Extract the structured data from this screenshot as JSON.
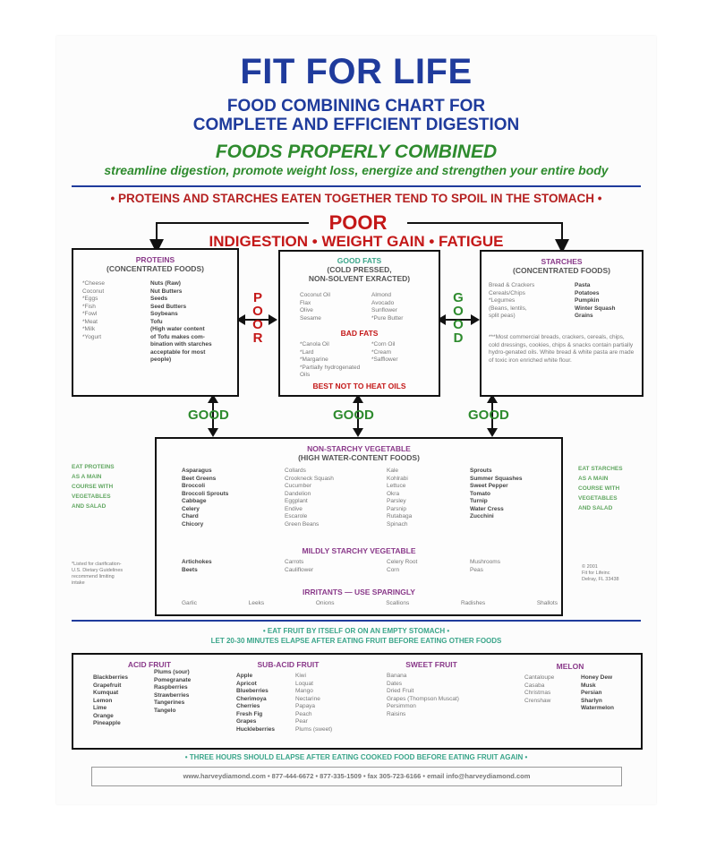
{
  "header": {
    "title": "FIT FOR LIFE",
    "subtitle_line1": "FOOD COMBINING CHART FOR",
    "subtitle_line2": "COMPLETE AND EFFICIENT DIGESTION",
    "green_heading": "FOODS PROPERLY COMBINED",
    "green_tagline": "streamline digestion, promote weight loss, energize and strengthen your entire body",
    "warning": "• PROTEINS AND STARCHES EATEN TOGETHER TEND TO SPOIL IN THE STOMACH •",
    "poor": "POOR",
    "poor_effects": "INDIGESTION • WEIGHT GAIN • FATIGUE"
  },
  "proteins": {
    "title": "PROTEINS",
    "subtitle": "(CONCENTRATED FOODS)",
    "col1": [
      "*Cheese",
      "Coconut",
      "*Eggs",
      "*Fish",
      "*Fowl",
      "*Meat",
      "*Milk",
      "*Yogurt"
    ],
    "col2": [
      "Nuts (Raw)",
      "Nut Butters",
      "Seeds",
      "Seed Butters",
      "Soybeans",
      "Tofu",
      "(High water content",
      "of Tofu makes com-",
      "bination with starches",
      "acceptable for most",
      "people)"
    ]
  },
  "fats": {
    "title": "GOOD FATS",
    "subtitle1": "(COLD PRESSED,",
    "subtitle2": "NON-SOLVENT EXRACTED)",
    "col1": [
      "Coconut Oil",
      "Flax",
      "Olive",
      "Sesame"
    ],
    "col2": [
      "Almond",
      "Avocado",
      "Sunflower",
      "*Pure Butter"
    ],
    "bad_title": "BAD FATS",
    "bad_col1": [
      "*Canola Oil",
      "*Lard",
      "*Margarine",
      "*Partially hydrogenated Oils"
    ],
    "bad_col2": [
      "*Corn Oil",
      "*Cream",
      "*Safflower",
      ""
    ],
    "best_not_heat": "BEST NOT TO HEAT OILS"
  },
  "starches": {
    "title": "STARCHES",
    "subtitle": "(CONCENTRATED FOODS)",
    "col1": [
      "Bread & Crackers",
      "Cereals/Chips",
      "*Legumes",
      "(Beans, lentils,",
      "split peas)"
    ],
    "col2": [
      "Pasta",
      "Potatoes",
      "Pumpkin",
      "Winter Squash",
      "Grains"
    ],
    "note": "***Most commercial breads, crackers, cereals, chips, cold dressings, cookies, chips & snacks contain partially hydro-genated oils. White bread & white pasta are made of toxic iron enriched white flour."
  },
  "connectors": {
    "left_vertical": [
      "P",
      "O",
      "O",
      "R"
    ],
    "right_vertical": [
      "G",
      "O",
      "O",
      "D"
    ],
    "good_left": "GOOD",
    "good_center": "GOOD",
    "good_right": "GOOD"
  },
  "vegetables": {
    "title": "NON-STARCHY VEGETABLE",
    "subtitle": "(HIGH WATER-CONTENT FOODS)",
    "col1": [
      "Asparagus",
      "Beet Greens",
      "Broccoli",
      "Broccoli Sprouts",
      "Cabbage",
      "Celery",
      "Chard",
      "Chicory"
    ],
    "col2": [
      "Collards",
      "Crookneck Squash",
      "Cucumber",
      "Dandelion",
      "Eggplant",
      "Endive",
      "Escarole",
      "Green Beans"
    ],
    "col3": [
      "Kale",
      "Kohlrabi",
      "Lettuce",
      "Okra",
      "Parsley",
      "Parsnip",
      "Rutabaga",
      "Spinach"
    ],
    "col4": [
      "Sprouts",
      "Summer Squashes",
      "Sweet Pepper",
      "Tomato",
      "Turnip",
      "Water Cress",
      "Zucchini"
    ],
    "mild_title": "MILDLY STARCHY VEGETABLE",
    "mild_col1": [
      "Artichokes",
      "Beets"
    ],
    "mild_col2": [
      "Carrots",
      "Cauliflower"
    ],
    "mild_col3": [
      "Celery Root",
      "Corn"
    ],
    "mild_col4": [
      "Mushrooms",
      "Peas"
    ],
    "irritants_title": "IRRITANTS — USE SPARINGLY",
    "irritants": [
      "Garlic",
      "Leeks",
      "Onions",
      "Scallions",
      "Radishes",
      "Shallots"
    ]
  },
  "side_notes": {
    "left": [
      "EAT PROTEINS",
      "AS A MAIN",
      "COURSE WITH",
      "VEGETABLES",
      "AND SALAD"
    ],
    "right": [
      "EAT STARCHES",
      "AS A MAIN",
      "COURSE WITH",
      "VEGETABLES",
      "AND SALAD"
    ],
    "left_footnote": [
      "*Listed for clarification-",
      "U.S. Dietary Guidelines",
      "recommend limiting",
      "intake"
    ],
    "right_copyright": [
      "© 2001",
      "Fit for Lifeinc",
      "Delray, FL 33438"
    ]
  },
  "fruit_section": {
    "line1": "• EAT FRUIT BY ITSELF OR ON AN EMPTY STOMACH •",
    "line2": "LET 20-30 MINUTES ELAPSE AFTER EATING FRUIT BEFORE EATING OTHER FOODS",
    "acid": {
      "title": "ACID FRUIT",
      "col1": [
        "Blackberries",
        "Grapefruit",
        "Kumquat",
        "Lemon",
        "Lime",
        "Orange",
        "Pineapple"
      ],
      "col2": [
        "Plums (sour)",
        "Pomegranate",
        "Raspberries",
        "Strawberries",
        "Tangerines",
        "Tangelo"
      ]
    },
    "subacid": {
      "title": "SUB-ACID FRUIT",
      "col1": [
        "Apple",
        "Apricot",
        "Blueberries",
        "Cherimoya",
        "Cherries",
        "Fresh Fig",
        "Grapes",
        "Huckleberries"
      ],
      "col2": [
        "Kiwi",
        "Loquat",
        "Mango",
        "Nectarine",
        "Papaya",
        "Peach",
        "Pear",
        "Plums (sweet)"
      ]
    },
    "sweet": {
      "title": "SWEET FRUIT",
      "col1": [
        "Banana",
        "Dates",
        "Dried Fruit",
        "Grapes (Thompson Muscat)",
        "Persimmon",
        "Raisins"
      ]
    },
    "melon": {
      "title": "MELON",
      "col1": [
        "Cantaloupe",
        "Casaba",
        "Christmas",
        "Crenshaw"
      ],
      "col2": [
        "Honey Dew",
        "Musk",
        "Persian",
        "Sharlyn",
        "Watermelon"
      ]
    },
    "three_hours": "• THREE HOURS SHOULD ELAPSE AFTER EATING COOKED FOOD BEFORE EATING FRUIT AGAIN •"
  },
  "footer": {
    "text": "www.harveydiamond.com  •  877-444-6672  •  877-335-1509  •  fax 305-723-6166  •  email info@harveydiamond.com"
  },
  "colors": {
    "blue": "#1f3b9c",
    "green": "#2e8b2e",
    "red": "#c41818",
    "purple": "#8a3a8a",
    "teal": "#3aa58a"
  },
  "icons": [
    "arrow-down-icon",
    "double-arrow-icon"
  ]
}
